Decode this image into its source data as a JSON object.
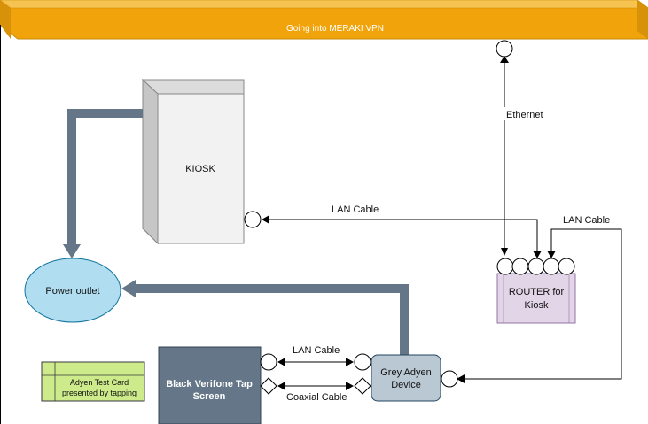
{
  "banner": {
    "label": "Going into MERAKI VPN"
  },
  "nodes": {
    "kiosk": {
      "label": "KIOSK"
    },
    "power_outlet": {
      "label": "Power outlet"
    },
    "router": {
      "label_line1": "ROUTER for",
      "label_line2": "Kiosk"
    },
    "grey_adyen": {
      "label_line1": "Grey Adyen",
      "label_line2": "Device"
    },
    "verifone": {
      "label_line1": "Black Verifone Tap",
      "label_line2": "Screen"
    },
    "test_card": {
      "label_line1": "Adyen Test Card",
      "label_line2": "presented by tapping"
    }
  },
  "edges": {
    "ethernet": "Ethernet",
    "lan_kiosk": "LAN Cable",
    "lan_router_adyen": "LAN Cable",
    "lan_verifone_adyen": "LAN Cable",
    "coaxial": "Coaxial Cable"
  },
  "colors": {
    "banner": "#f0a30a",
    "banner_dark": "#c98a06",
    "kiosk_front": "#e6e6e6",
    "kiosk_side": "#c8c8c8",
    "power_outlet": "#b1ddf0",
    "router": "#e1d5e7",
    "grey_adyen": "#bac8d3",
    "verifone": "#647687",
    "test_card": "#cdeb8b",
    "thick_arrow": "#647687"
  }
}
